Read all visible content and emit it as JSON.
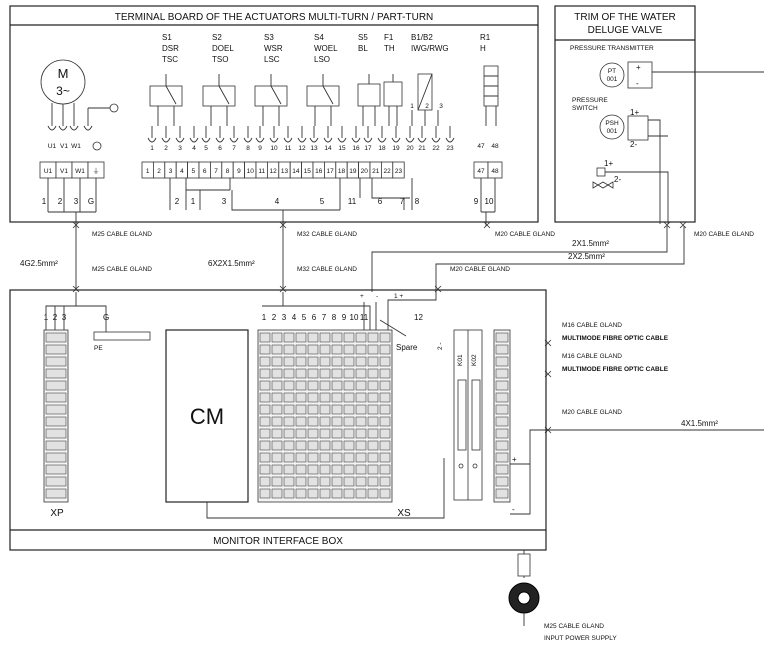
{
  "terminal_board": {
    "title": "TERMINAL BOARD OF THE ACTUATORS MULTI-TURN / PART-TURN",
    "motor_symbol_top": "M",
    "motor_symbol_bottom": "3~",
    "motor_pins": [
      "U1",
      "V1",
      "W1"
    ],
    "switch_groups": [
      {
        "l1": "S1",
        "l2": "DSR",
        "l3": "TSC"
      },
      {
        "l1": "S2",
        "l2": "DOEL",
        "l3": "TSO"
      },
      {
        "l1": "S3",
        "l2": "WSR",
        "l3": "LSC"
      },
      {
        "l1": "S4",
        "l2": "WOEL",
        "l3": "LSO"
      },
      {
        "l1": "S5",
        "l2": "BL",
        "l3": ""
      },
      {
        "l1": "F1",
        "l2": "TH",
        "l3": ""
      },
      {
        "l1": "B1/B2",
        "l2": "IWG/RWG",
        "l3": ""
      },
      {
        "l1": "R1",
        "l2": "H",
        "l3": ""
      }
    ],
    "pin_numbers": [
      "1",
      "2",
      "3",
      "4",
      "5",
      "6",
      "7",
      "8",
      "9",
      "10",
      "11",
      "12",
      "13",
      "14",
      "15",
      "16",
      "17",
      "18",
      "19",
      "20",
      "21",
      "22",
      "23"
    ],
    "pot_pins": [
      "1",
      "2",
      "3"
    ],
    "heater_pins": [
      "47",
      "48"
    ],
    "power_block": [
      "U1",
      "V1",
      "W1",
      "⏚"
    ],
    "power_wires": [
      "1",
      "2",
      "3",
      "G"
    ],
    "control_block": [
      "1",
      "2",
      "3",
      "4",
      "5",
      "6",
      "7",
      "8",
      "9",
      "10",
      "11",
      "12",
      "13",
      "14",
      "15",
      "16",
      "17",
      "18",
      "19",
      "20",
      "21",
      "22",
      "23"
    ],
    "control_wires": [
      "2",
      "1",
      "3",
      "4",
      "5",
      "11",
      "6",
      "7",
      "8"
    ],
    "heater_block": [
      "47",
      "48"
    ],
    "heater_wires": [
      "9",
      "10"
    ]
  },
  "deluge_valve": {
    "title_line1": "TRIM OF THE WATER",
    "title_line2": "DELUGE VALVE",
    "pt_label": "PRESSURE TRANSMITTER",
    "pt_tag_1": "PT",
    "pt_tag_2": "001",
    "pt_plus": "+",
    "pt_minus": "-",
    "psh_label_1": "PRESSURE",
    "psh_label_2": "SWITCH",
    "psh_tag_1": "PSH",
    "psh_tag_2": "001",
    "psh_plus": "1+",
    "psh_minus": "2-",
    "sv_plus": "1+",
    "sv_minus": "2-"
  },
  "cables": {
    "gland_m25_a": "M25 CABLE GLAND",
    "gland_m32_a": "M32 CABLE GLAND",
    "gland_m20_a": "M20 CABLE GLAND",
    "gland_m20_b": "M20 CABLE GLAND",
    "gland_m25_b": "M25 CABLE GLAND",
    "gland_m32_b": "M32 CABLE GLAND",
    "gland_m20_c": "M20 CABLE GLAND",
    "gland_m16_a": "M16 CABLE GLAND",
    "fibre_a": "MULTIMODE FIBRE OPTIC CABLE",
    "gland_m16_b": "M16 CABLE GLAND",
    "fibre_b": "MULTIMODE FIBRE OPTIC CABLE",
    "gland_m20_d": "M20 CABLE GLAND",
    "gland_m25_power": "M25 CABLE GLAND",
    "power_supply": "INPUT POWER SUPPLY",
    "power_cable": "4G2.5mm²",
    "control_cable": "6X2X1.5mm²",
    "cable_2x15": "2X1.5mm²",
    "cable_2x25": "2X2.5mm²",
    "cable_4x15": "4X1.5mm²"
  },
  "monitor_box": {
    "title": "MONITOR INTERFACE BOX",
    "cm_label": "CM",
    "xp_label": "XP",
    "xs_label": "XS",
    "pe_label": "PE",
    "g_label": "G",
    "xp_pins": [
      "1",
      "2",
      "3"
    ],
    "xs_pins": [
      "1",
      "2",
      "3",
      "4",
      "5",
      "6",
      "7",
      "8",
      "9",
      "10",
      "11"
    ],
    "spare_num": "12",
    "spare_label": "Spare",
    "relay_tags": [
      "K01",
      "K02"
    ],
    "plus": "+",
    "minus": "-",
    "one_plus": "1 +",
    "two_minus": "2 -"
  }
}
